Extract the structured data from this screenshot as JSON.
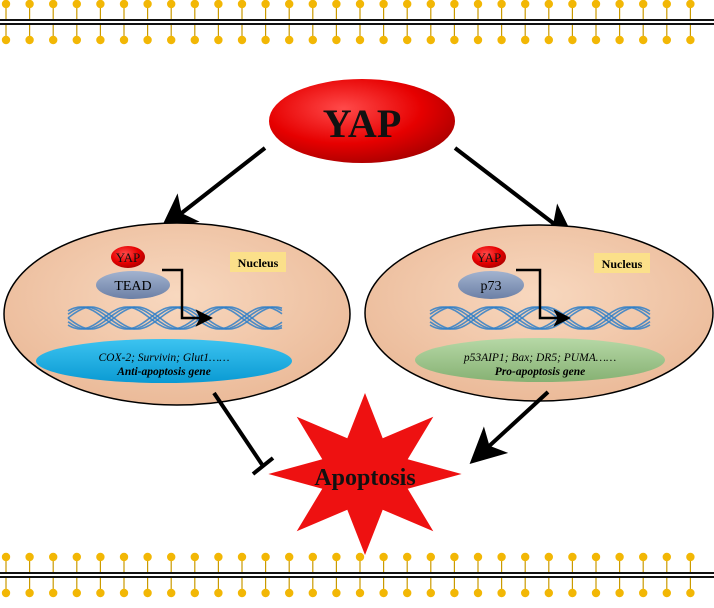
{
  "colors": {
    "membrane_line": "#111111",
    "membrane_bead": "#f2b705",
    "yap_red": "#e60000",
    "nucleus_fill": "#f3c9a8",
    "nucleus_label_bg": "#fbe08a",
    "tead_fill": "#8497b8",
    "dna_blue": "#2f7fc8",
    "anti_gene_fill": "#14aee6",
    "pro_gene_fill": "#9bc48a",
    "apoptosis_red": "#ee1111",
    "arrow_black": "#000000"
  },
  "top": {
    "label": "YAP"
  },
  "left_nucleus": {
    "yap_label": "YAP",
    "partner_label": "TEAD",
    "nucleus_label": "Nucleus",
    "genes": "COX-2; Survivin; Glut1……",
    "gene_class": "Anti-apoptosis gene"
  },
  "right_nucleus": {
    "yap_label": "YAP",
    "partner_label": "p73",
    "nucleus_label": "Nucleus",
    "genes": "p53AIP1; Bax; DR5; PUMA……",
    "gene_class": "Pro-apoptosis gene"
  },
  "outcome": {
    "label": "Apoptosis"
  },
  "relations": {
    "left": "inhibits",
    "right": "activates"
  }
}
